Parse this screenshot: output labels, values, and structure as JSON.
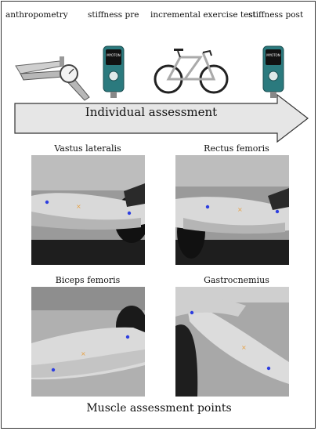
{
  "steps": [
    "anthropometry",
    "stiffness pre",
    "incremental exercise test",
    "stiffness post"
  ],
  "arrow_label": "Individual assessment",
  "muscles": [
    {
      "name": "Vastus lateralis"
    },
    {
      "name": "Rectus femoris"
    },
    {
      "name": "Biceps femoris"
    },
    {
      "name": "Gastrocnemius"
    }
  ],
  "footer": "Muscle assessment points",
  "myoton_screen_text": "MYOTON",
  "colors": {
    "point_blue": "#2d3ee0",
    "point_orange": "#e8a040",
    "arrow_fill": "#e6e6e6",
    "device_teal": "#2b7a7e"
  }
}
